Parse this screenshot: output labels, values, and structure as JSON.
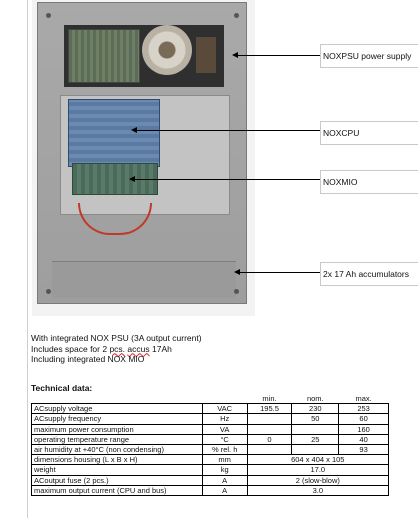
{
  "callouts": [
    {
      "label": "NOXPSU power supply"
    },
    {
      "label": "NOXCPU"
    },
    {
      "label": "NOXMIO"
    },
    {
      "label": "2x 17 Ah accumulators"
    }
  ],
  "description": {
    "line1": "With integrated NOX PSU (3A output current)",
    "line2_prefix": "Includes space for 2 ",
    "line2_pcs": "pcs.",
    "line2_space": " ",
    "line2_accus": "accus",
    "line2_suffix": " 17Ah",
    "line3": "Including integrated NOX MIO"
  },
  "technical": {
    "title": "Technical data:",
    "headers": {
      "min": "min.",
      "nom": "nom.",
      "max": "max."
    },
    "rows": [
      {
        "name": "ACsupply voltage",
        "unit": "VAC",
        "min": "195.5",
        "nom": "230",
        "max": "253"
      },
      {
        "name": "ACsupply frequency",
        "unit": "Hz",
        "min": "",
        "nom": "50",
        "max": "60"
      },
      {
        "name": "maximum power consumption",
        "unit": "VA",
        "min": "",
        "nom": "",
        "max": "160"
      },
      {
        "name": "operating temperature range",
        "unit": "°C",
        "min": "0",
        "nom": "25",
        "max": "40"
      },
      {
        "name": "air humidity at +40°C (non condensing)",
        "unit": "% rel. h",
        "min": "",
        "nom": "",
        "max": "93"
      }
    ],
    "span_rows": [
      {
        "name": "dimensions housing (L x B x H)",
        "unit": "mm",
        "value": "604 x 404 x 105"
      },
      {
        "name": "weight",
        "unit": "kg",
        "value": "17.0"
      },
      {
        "name": "ACoutput fuse (2 pcs.)",
        "unit": "A",
        "value": "2 (slow-blow)"
      },
      {
        "name": "maximum output current (CPU and bus)",
        "unit": "A",
        "value": "3.0"
      }
    ]
  }
}
